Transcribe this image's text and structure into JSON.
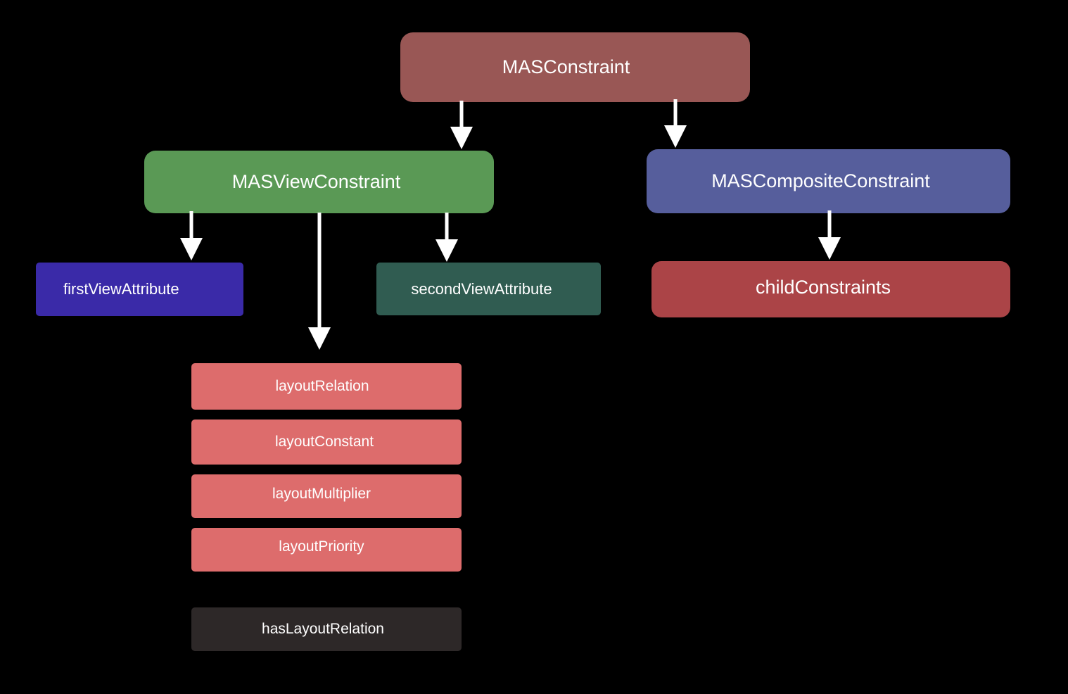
{
  "colors": {
    "background": "#000000",
    "arrow": "#ffffff",
    "mas_constraint": "#995755",
    "mas_view_constraint": "#5a9955",
    "mas_composite_constraint": "#565e9c",
    "first_view_attribute": "#3a2aa8",
    "second_view_attribute": "#305c51",
    "child_constraints": "#ab4447",
    "layout_property": "#dd6c6c",
    "has_layout_relation": "#2d2828"
  },
  "nodes": {
    "mas_constraint": "MASConstraint",
    "mas_view_constraint": "MASViewConstraint",
    "mas_composite_constraint": "MASCompositeConstraint",
    "first_view_attribute": "firstViewAttribute",
    "second_view_attribute": "secondViewAttribute",
    "child_constraints": "childConstraints",
    "layout_relation": "layoutRelation",
    "layout_constant": "layoutConstant",
    "layout_multiplier": "layoutMultiplier",
    "layout_priority": "layoutPriority",
    "has_layout_relation": "hasLayoutRelation"
  },
  "edges": [
    {
      "from": "MASConstraint",
      "to": "MASViewConstraint"
    },
    {
      "from": "MASConstraint",
      "to": "MASCompositeConstraint"
    },
    {
      "from": "MASViewConstraint",
      "to": "firstViewAttribute"
    },
    {
      "from": "MASViewConstraint",
      "to": "layoutRelation"
    },
    {
      "from": "MASViewConstraint",
      "to": "secondViewAttribute"
    },
    {
      "from": "MASCompositeConstraint",
      "to": "childConstraints"
    }
  ]
}
